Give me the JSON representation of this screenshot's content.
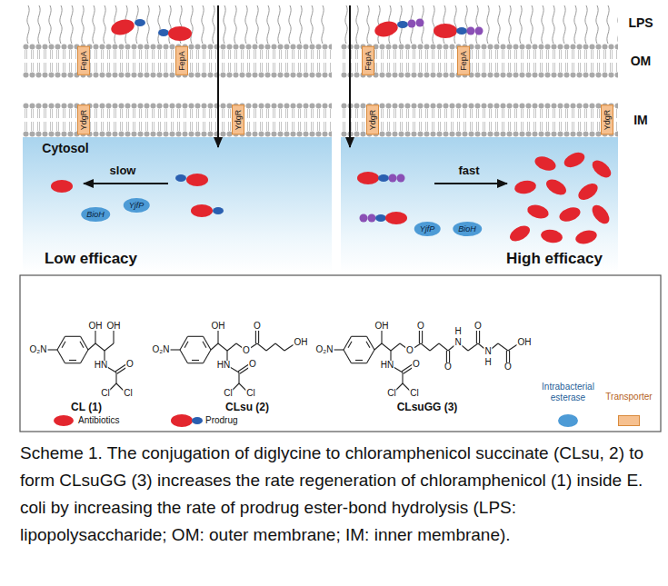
{
  "diagram": {
    "caption": "Scheme 1. The conjugation of diglycine to chloramphenicol succinate (CLsu, 2) to form CLsuGG (3) increases the rate regeneration of chloramphenicol (1) inside E. coli by increasing the rate of prodrug ester-bond hydrolysis (LPS: lipopolysaccharide; OM: outer membrane; IM: inner membrane).",
    "nodes": [
      {
        "text": [
          "FepA"
        ]
      },
      {
        "text": [
          "FepA"
        ]
      },
      {
        "text": [
          "FepA"
        ]
      },
      {
        "text": [
          "FepA"
        ]
      },
      {
        "text": [
          "YdgR"
        ]
      },
      {
        "text": [
          "YdgR"
        ]
      },
      {
        "text": [
          "YdgR"
        ]
      },
      {
        "text": [
          "YdgR"
        ]
      },
      {
        "text": [
          "BioH"
        ]
      },
      {
        "text": [
          "YjfP"
        ]
      },
      {
        "text": [
          "YjfP"
        ]
      },
      {
        "text": [
          "BioH"
        ]
      }
    ],
    "labels": [
      "LPS",
      "OM",
      "IM",
      "Cytosol",
      "slow",
      "Low efficacy",
      "fast",
      "High efficacy",
      "OH",
      "OH",
      "O₂N",
      "HN",
      "O",
      "Cl",
      "Cl",
      "OH",
      "O",
      "O",
      "OH",
      "O₂N",
      "HN",
      "O",
      "Cl",
      "Cl",
      "OH",
      "O",
      "O",
      "O",
      "H",
      "N",
      "O",
      "N",
      "H",
      "O",
      "OH",
      "O₂N",
      "HN",
      "O",
      "Cl",
      "Cl",
      "CL (1)",
      "CLsu (2)",
      "CLsuGG (3)"
    ],
    "legend": [
      {
        "text": "Antibiotics",
        "color": "#e3262e"
      },
      {
        "text": "Prodrug"
      },
      {
        "text": "Intrabacterial esterase",
        "color": "#4d9bd6"
      },
      {
        "text": "Transporter",
        "color": "#f6c08f"
      }
    ]
  }
}
